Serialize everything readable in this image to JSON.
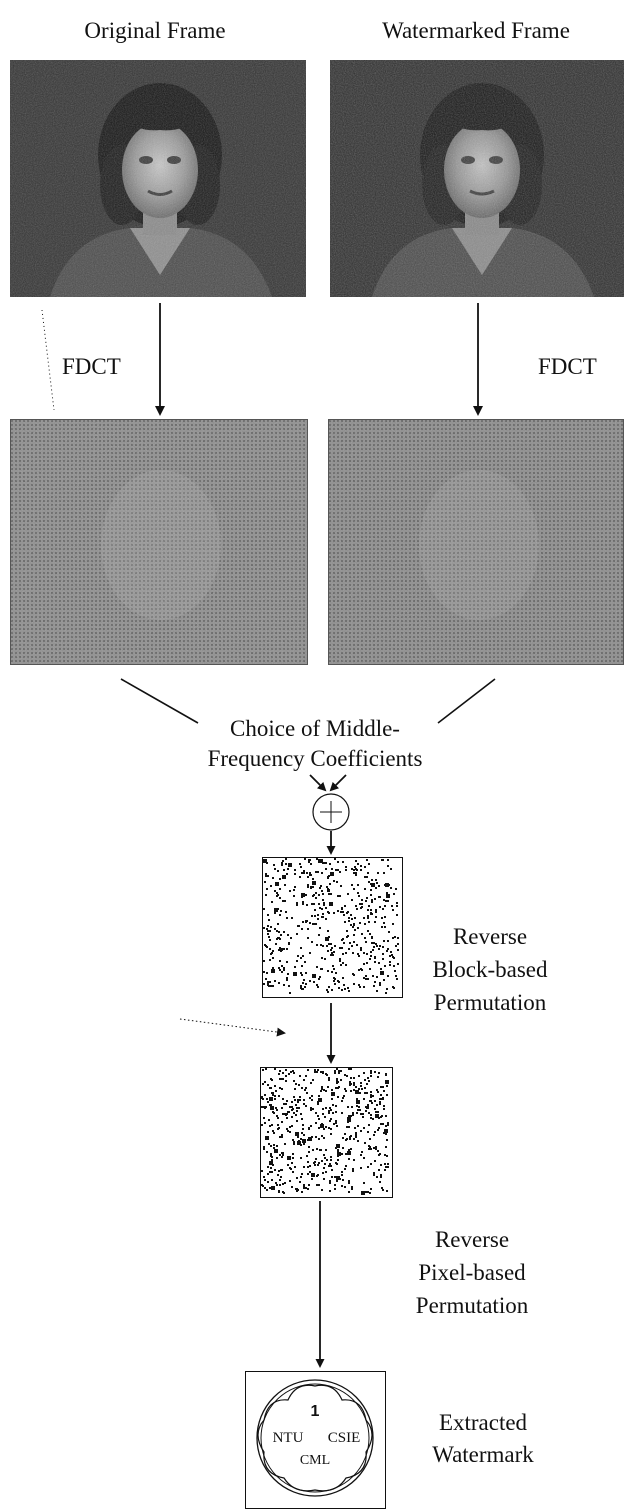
{
  "labels": {
    "original_frame": "Original Frame",
    "watermarked_frame": "Watermarked Frame",
    "fdct_left": "FDCT",
    "fdct_right": "FDCT",
    "choice_line1": "Choice of Middle-",
    "choice_line2": "Frequency Coefficients",
    "xor_symbol": "+",
    "reverse_block_line1": "Reverse",
    "reverse_block_line2": "Block-based",
    "reverse_block_line3": "Permutation",
    "reverse_pixel_line1": "Reverse",
    "reverse_pixel_line2": "Pixel-based",
    "reverse_pixel_line3": "Permutation",
    "extracted_line1": "Extracted",
    "extracted_line2": "Watermark"
  },
  "watermark": {
    "number": "1",
    "left_text": "NTU",
    "right_text": "CSIE",
    "bottom_text": "CML"
  }
}
